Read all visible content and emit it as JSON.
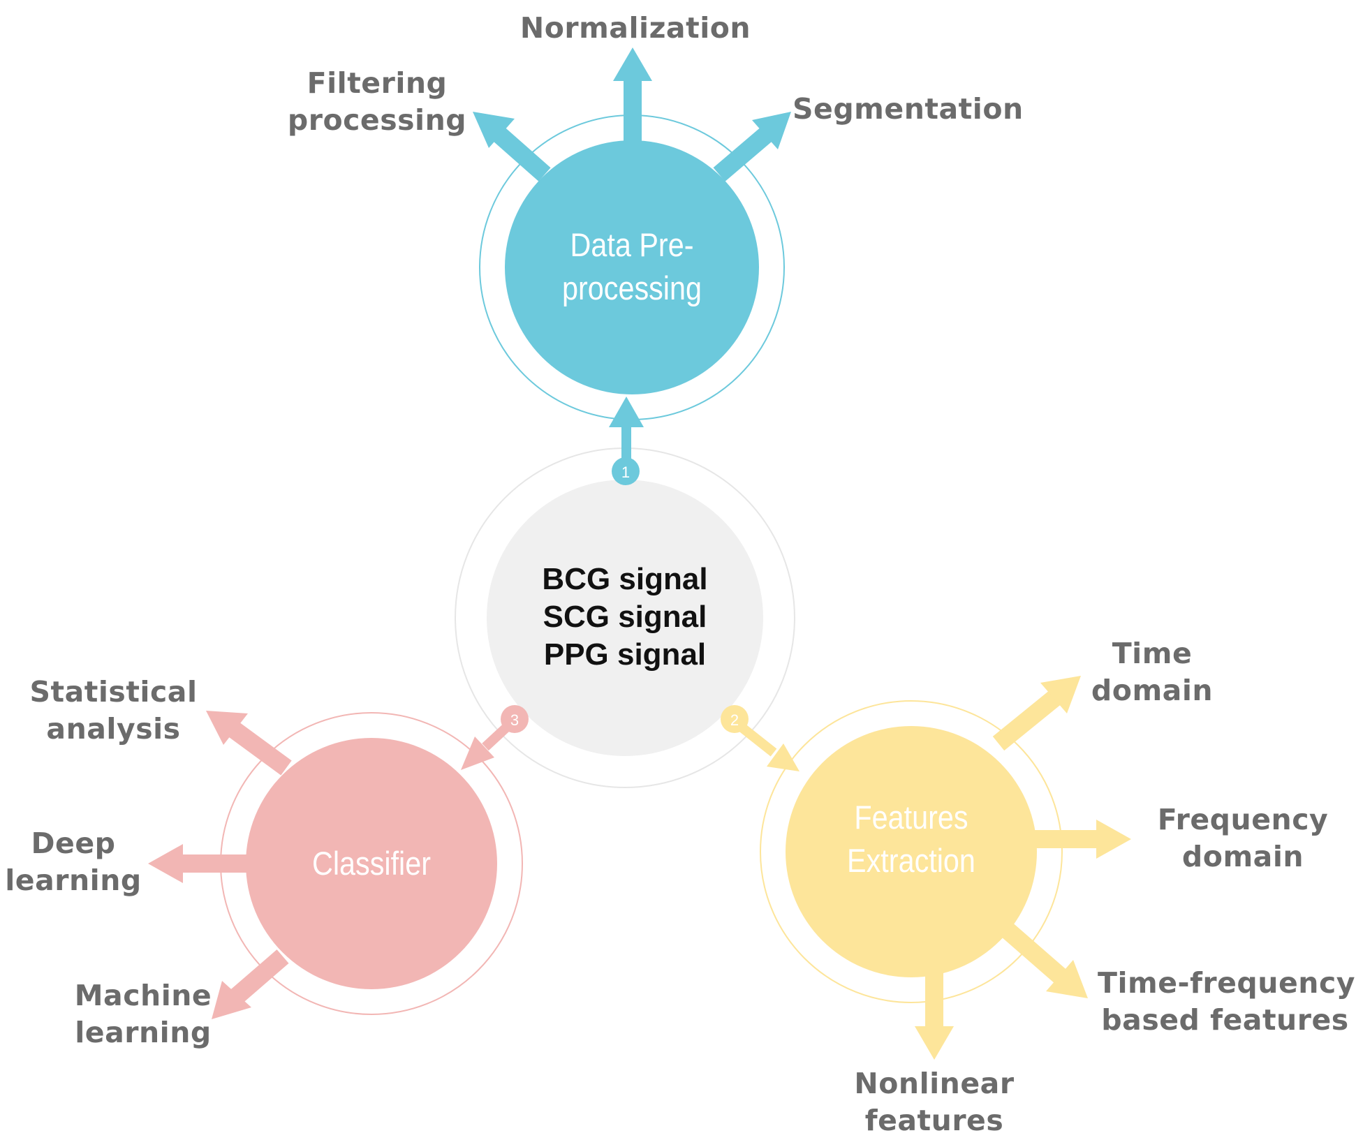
{
  "colors": {
    "preprocessing": "#6cc9dc",
    "classifier": "#f2b6b4",
    "features": "#fde59a",
    "hub": "#f0f0f0",
    "hub_ring": "#e6e6e6",
    "label_text": "#6b6b6b"
  },
  "hub": {
    "lines": [
      "BCG signal",
      "SCG signal",
      "PPG signal"
    ]
  },
  "steps": {
    "preprocessing": {
      "number": "1",
      "title_lines": [
        "Data Pre-",
        "processing"
      ],
      "outputs": [
        {
          "lines": [
            "Filtering",
            "processing"
          ]
        },
        {
          "lines": [
            "Normalization"
          ]
        },
        {
          "lines": [
            "Segmentation"
          ]
        }
      ]
    },
    "features": {
      "number": "2",
      "title_lines": [
        "Features",
        "Extraction"
      ],
      "outputs": [
        {
          "lines": [
            "Time",
            "domain"
          ]
        },
        {
          "lines": [
            "Frequency",
            "domain"
          ]
        },
        {
          "lines": [
            "Time-frequency",
            "based features"
          ]
        },
        {
          "lines": [
            "Nonlinear",
            "features"
          ]
        }
      ]
    },
    "classifier": {
      "number": "3",
      "title_lines": [
        "Classifier"
      ],
      "outputs": [
        {
          "lines": [
            "Statistical",
            "analysis"
          ]
        },
        {
          "lines": [
            "Deep",
            "learning"
          ]
        },
        {
          "lines": [
            "Machine",
            "learning"
          ]
        }
      ]
    }
  }
}
